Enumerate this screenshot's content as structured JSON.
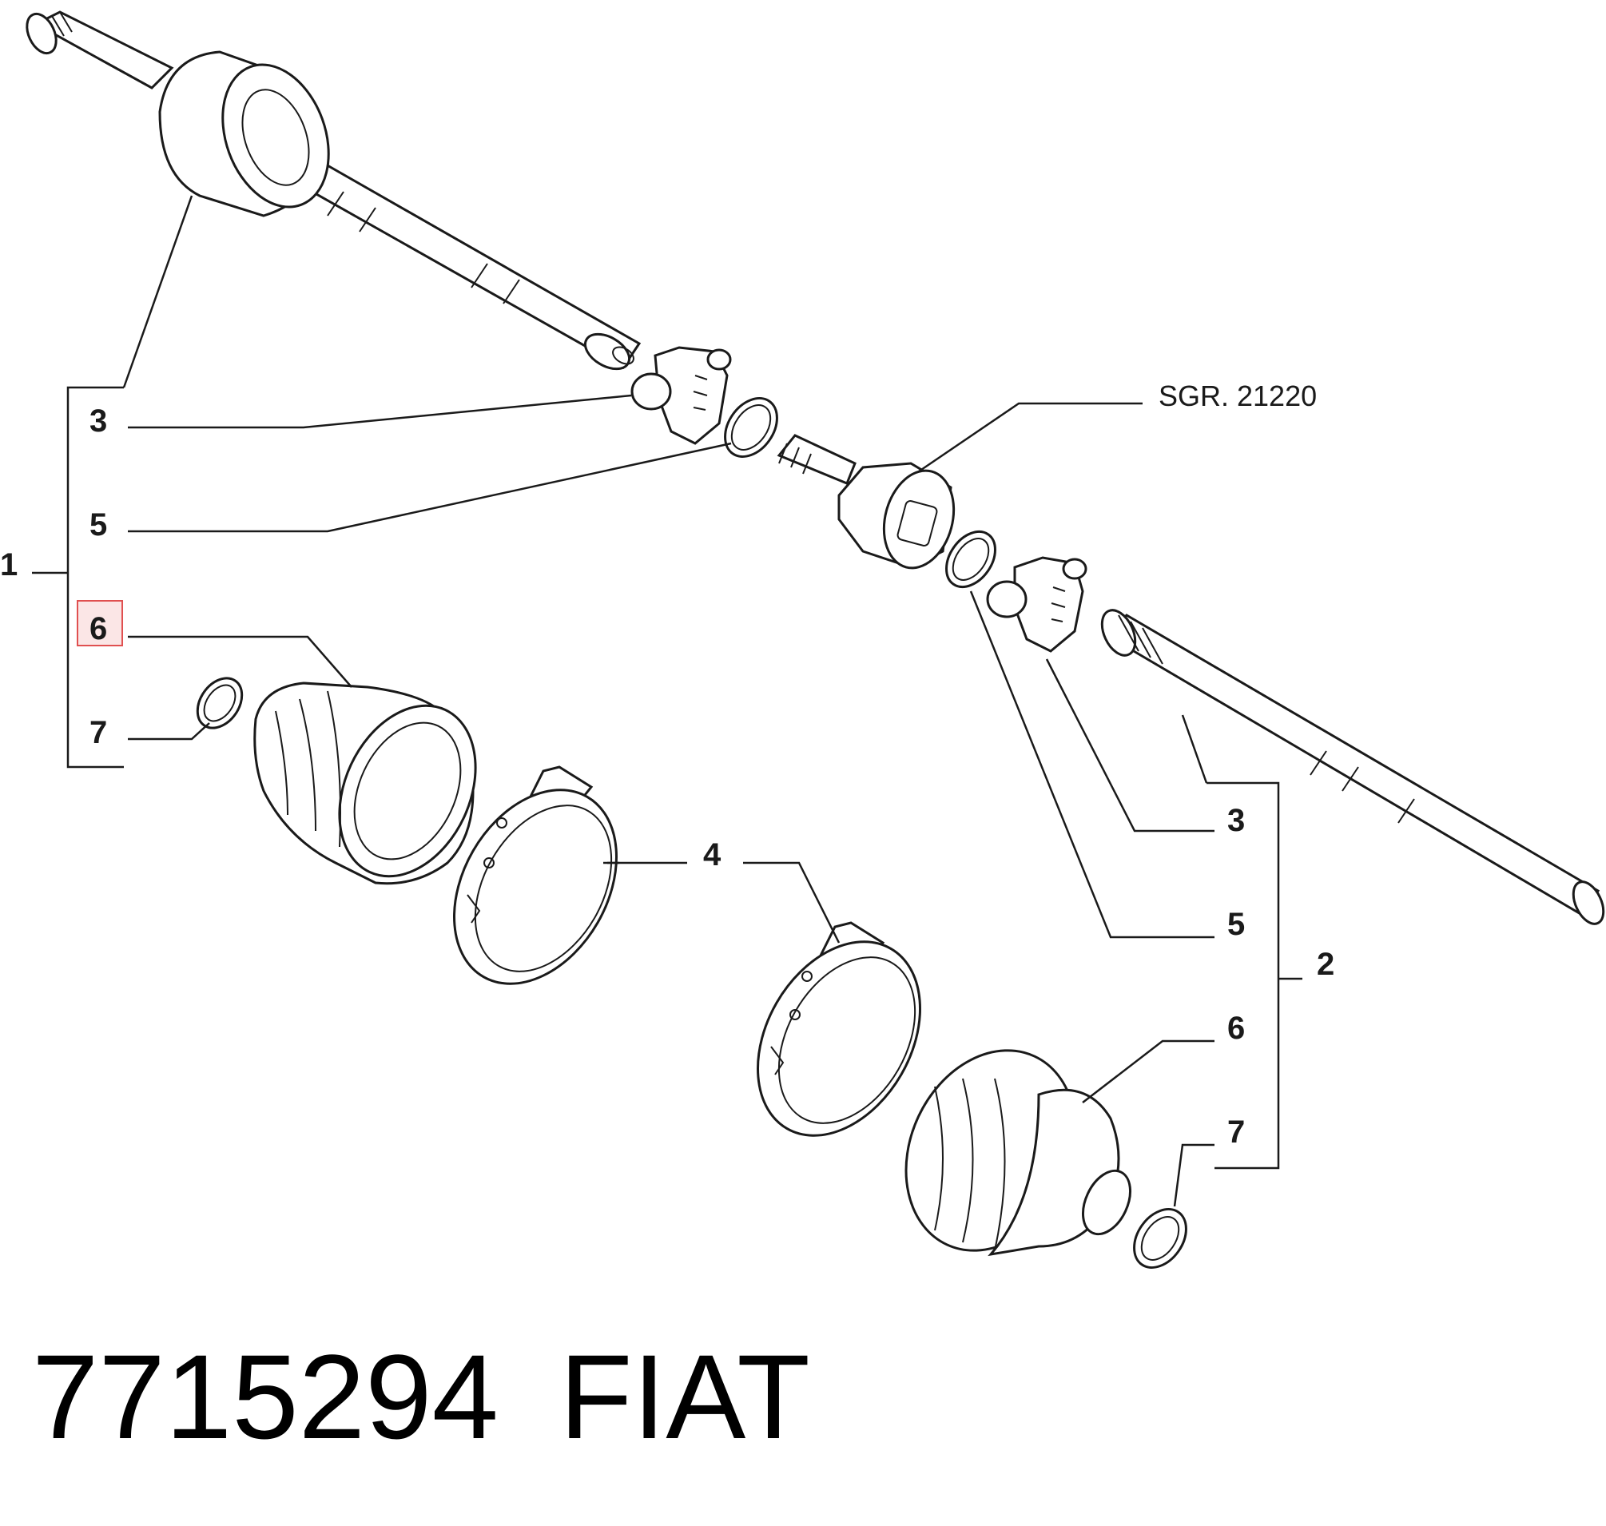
{
  "callouts": {
    "upper_group": "1",
    "upper_3": "3",
    "upper_5": "5",
    "upper_6": "6",
    "upper_7": "7",
    "ref_group": "SGR. 21220",
    "clamp_4": "4",
    "lower_group": "2",
    "lower_3": "3",
    "lower_5": "5",
    "lower_6": "6",
    "lower_7": "7"
  },
  "caption": {
    "part_number": "7715294",
    "brand": "FIAT"
  },
  "colors": {
    "highlight_border": "#e05050",
    "highlight_fill": "#fbe6e6",
    "ink": "#1a1a1a"
  }
}
